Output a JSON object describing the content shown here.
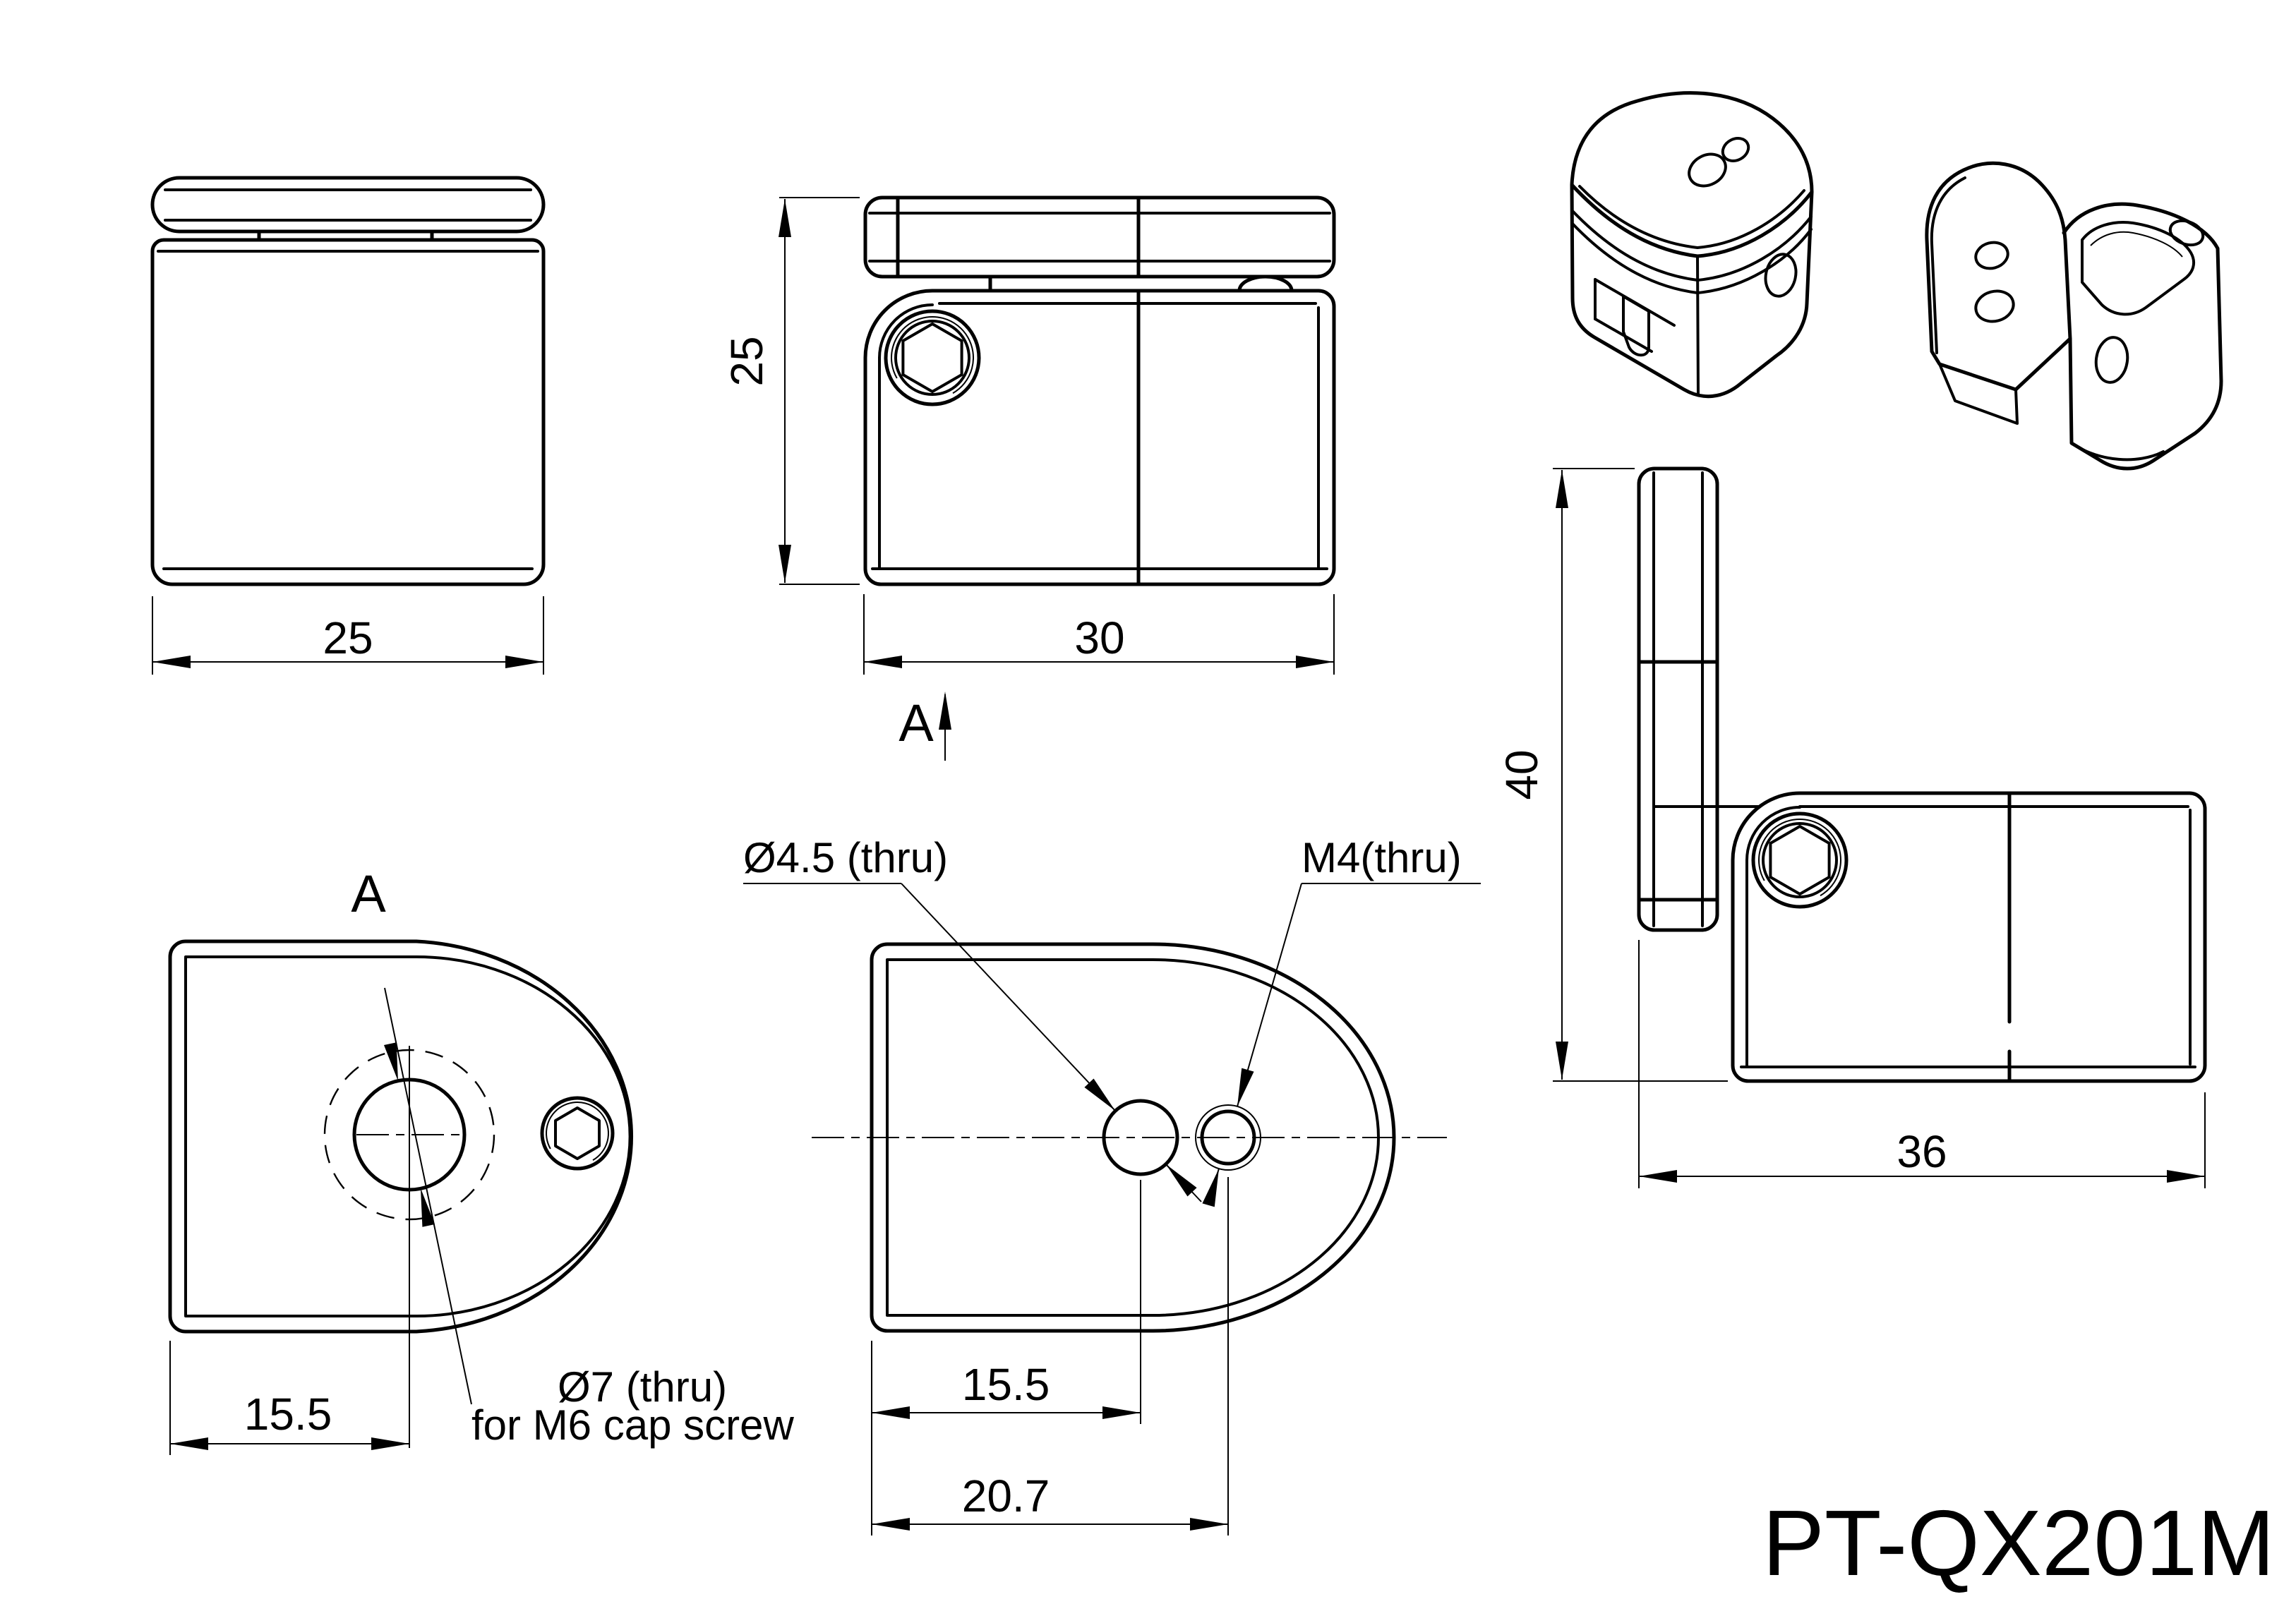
{
  "drawing": {
    "part_number": "PT-QX201M",
    "front_view": {
      "width_dim": "25"
    },
    "side_view": {
      "height_dim": "25",
      "width_dim": "30",
      "section_label": "A"
    },
    "right_view": {
      "height_dim": "40",
      "width_dim": "36"
    },
    "section_a_view": {
      "label": "A",
      "offset_dim": "15.5",
      "hole_callout_line1": "Ø7 (thru)",
      "hole_callout_line2": "for M6 cap screw"
    },
    "top_plate_view": {
      "hole_callout": "Ø4.5 (thru)",
      "thread_callout": "M4(thru)",
      "offset_dim1": "15.5",
      "offset_dim2": "20.7"
    },
    "colors": {
      "line": "#000000",
      "background": "#ffffff"
    }
  }
}
